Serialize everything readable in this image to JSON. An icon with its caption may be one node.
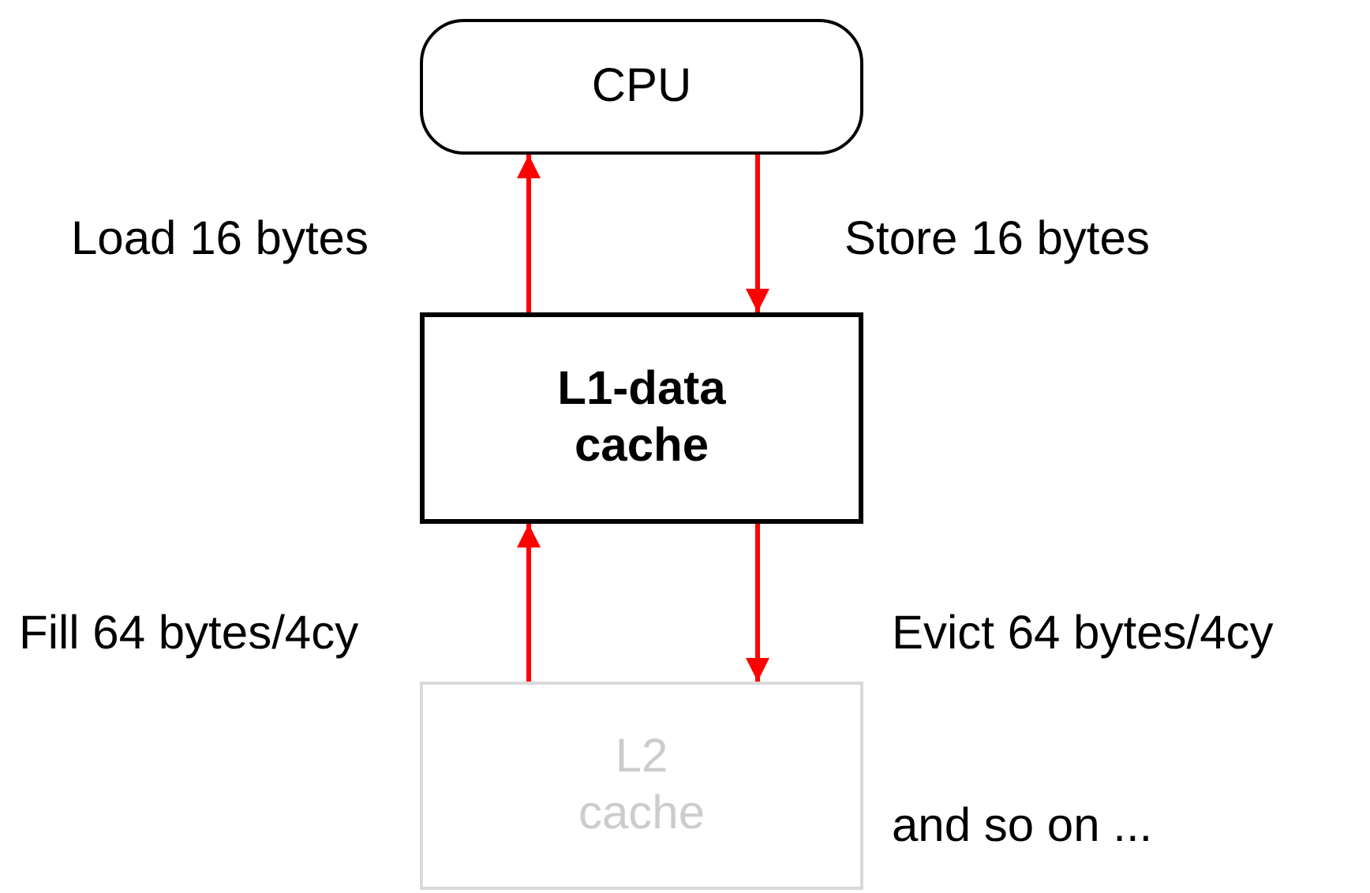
{
  "diagram": {
    "nodes": [
      {
        "text": [
          "CPU"
        ]
      },
      {
        "text": [
          "L1-data cache"
        ]
      },
      {
        "text": [
          "L2 cache"
        ]
      }
    ],
    "edges": [
      {
        "from": 1,
        "to": 0,
        "arrow": "to",
        "label": "Load 16 bytes"
      },
      {
        "from": 0,
        "to": 1,
        "arrow": "to",
        "label": "Store 16 bytes"
      },
      {
        "from": 2,
        "to": 1,
        "arrow": "to",
        "label": "Fill 64 bytes/4cy"
      },
      {
        "from": 1,
        "to": 2,
        "arrow": "to",
        "label": "Evict 64 bytes/4cy"
      }
    ],
    "labels": [
      "and so on ..."
    ]
  }
}
